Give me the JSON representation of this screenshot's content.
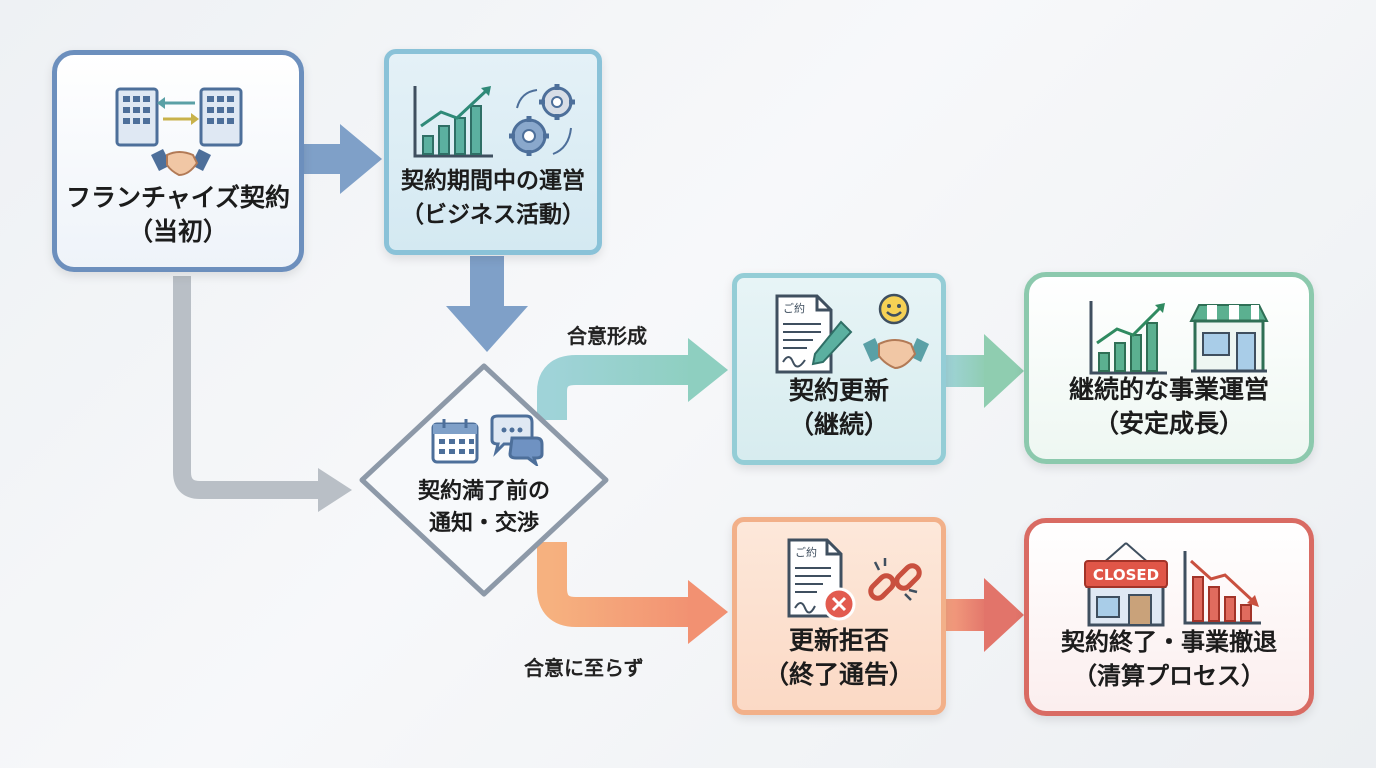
{
  "nodes": {
    "start": {
      "line1": "フランチャイズ契約",
      "line2": "（当初）"
    },
    "operate": {
      "line1": "契約期間中の運営",
      "line2": "（ビジネス活動）"
    },
    "decision": {
      "line1": "契約満了前の",
      "line2": "通知・交渉"
    },
    "renew": {
      "line1": "契約更新",
      "line2": "（継続）"
    },
    "continue": {
      "line1": "継続的な事業運営",
      "line2": "（安定成長）"
    },
    "refuse": {
      "line1": "更新拒否",
      "line2": "（終了通告）"
    },
    "exit": {
      "line1": "契約終了・事業撤退",
      "line2": "（清算プロセス）"
    }
  },
  "edges": {
    "agree_label": "合意形成",
    "disagree_label": "合意に至らず"
  },
  "icon_text": {
    "contract_mark": "ご約",
    "closed_sign": "CLOSED"
  },
  "icons": {
    "start": [
      "buildings-icon",
      "exchange-arrows-icon",
      "handshake-icon"
    ],
    "operate": [
      "growth-chart-icon",
      "gears-icon"
    ],
    "decision": [
      "calendar-icon",
      "chat-bubbles-icon"
    ],
    "renew": [
      "contract-sign-icon",
      "smiley-icon",
      "handshake-icon"
    ],
    "continue": [
      "growth-chart-icon",
      "storefront-icon"
    ],
    "refuse": [
      "contract-rejected-icon",
      "broken-chain-icon"
    ],
    "exit": [
      "closed-store-icon",
      "declining-chart-icon"
    ]
  },
  "colors": {
    "start": "#6c8fbd",
    "operate": "#8ac2d8",
    "renew": "#94cdd6",
    "continue": "#8cc9ad",
    "refuse": "#f2b089",
    "exit": "#d96b63",
    "bypass": "#b9bfc6"
  }
}
